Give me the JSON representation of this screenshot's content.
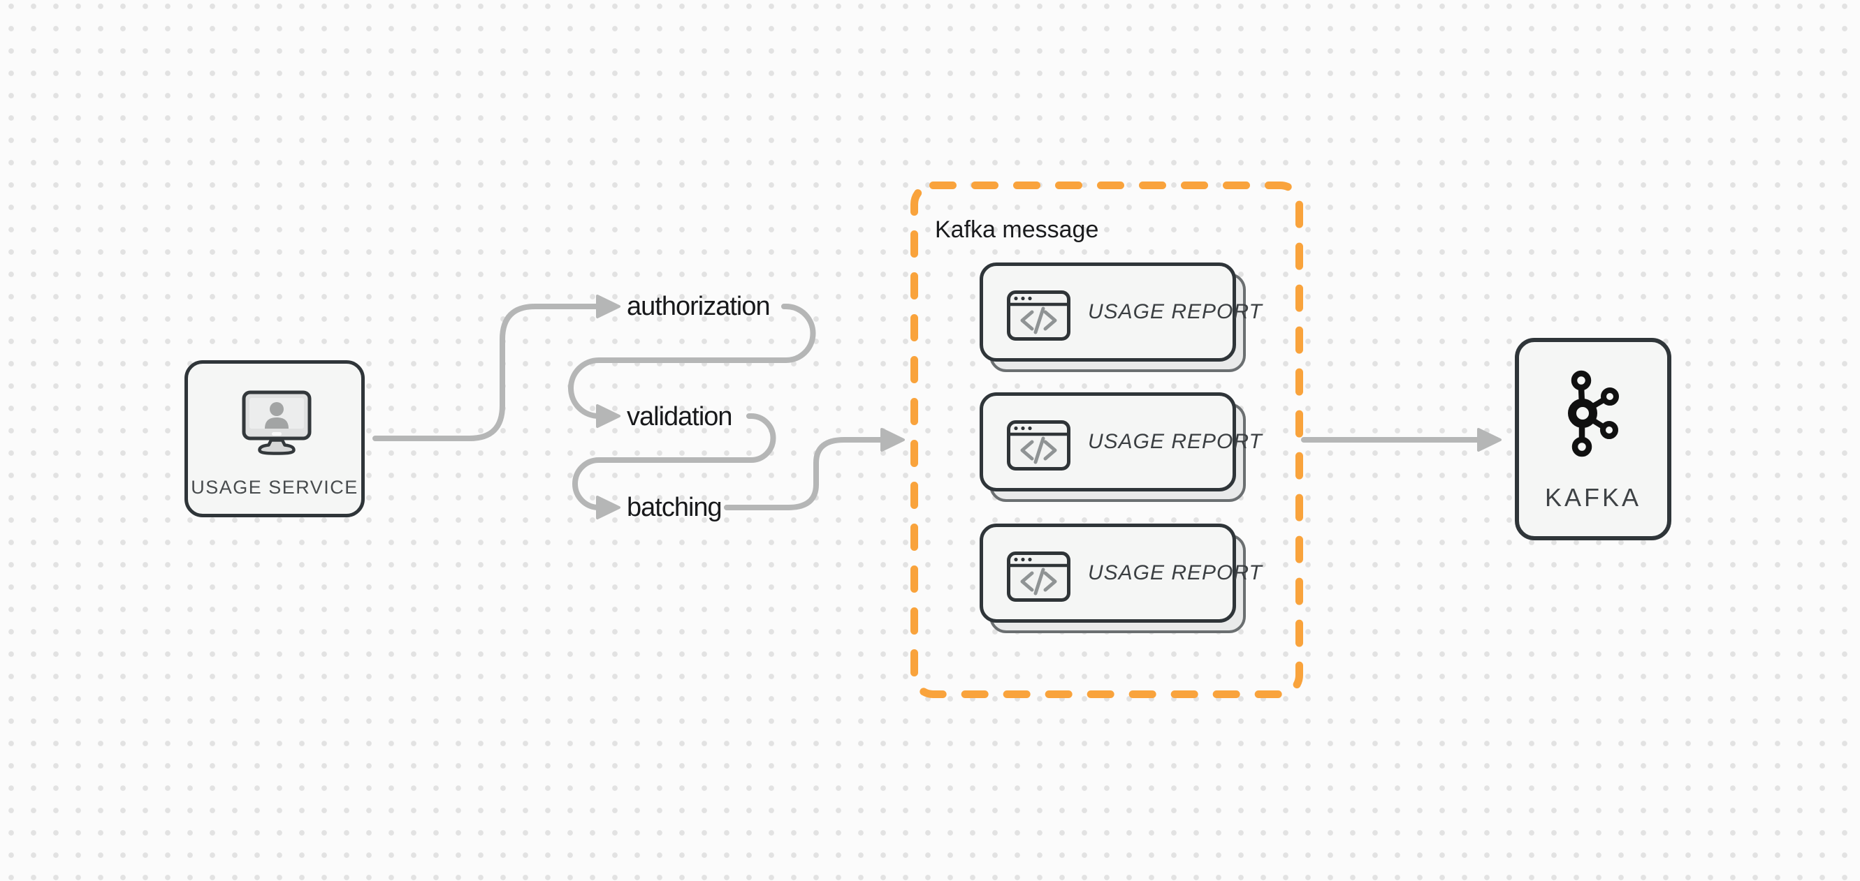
{
  "canvas": {
    "background_color": "#fbfbfb",
    "dot_color": "#e2e2e2"
  },
  "colors": {
    "accent_orange": "#f9a33c",
    "connector_gray": "#b5b6b6",
    "node_border": "#2f3539",
    "node_fill": "#f5f6f5",
    "card_shadow_fill": "#e9eaea",
    "card_shadow_border": "#6b6f71",
    "step_text": "#18191b",
    "node_label_text": "#474b4d",
    "kafka_logo": "#101010"
  },
  "nodes": {
    "usage_service": {
      "label": "USAGE SERVICE",
      "icon": "monitor-user-icon"
    },
    "kafka": {
      "label": "KAFKA",
      "icon": "kafka-logo-icon"
    }
  },
  "steps": [
    {
      "label": "authorization"
    },
    {
      "label": "validation"
    },
    {
      "label": "batching"
    }
  ],
  "group": {
    "title": "Kafka message",
    "border_style": "dashed",
    "cards": [
      {
        "label": "USAGE REPORT",
        "icon": "code-window-icon"
      },
      {
        "label": "USAGE REPORT",
        "icon": "code-window-icon"
      },
      {
        "label": "USAGE REPORT",
        "icon": "code-window-icon"
      }
    ]
  }
}
